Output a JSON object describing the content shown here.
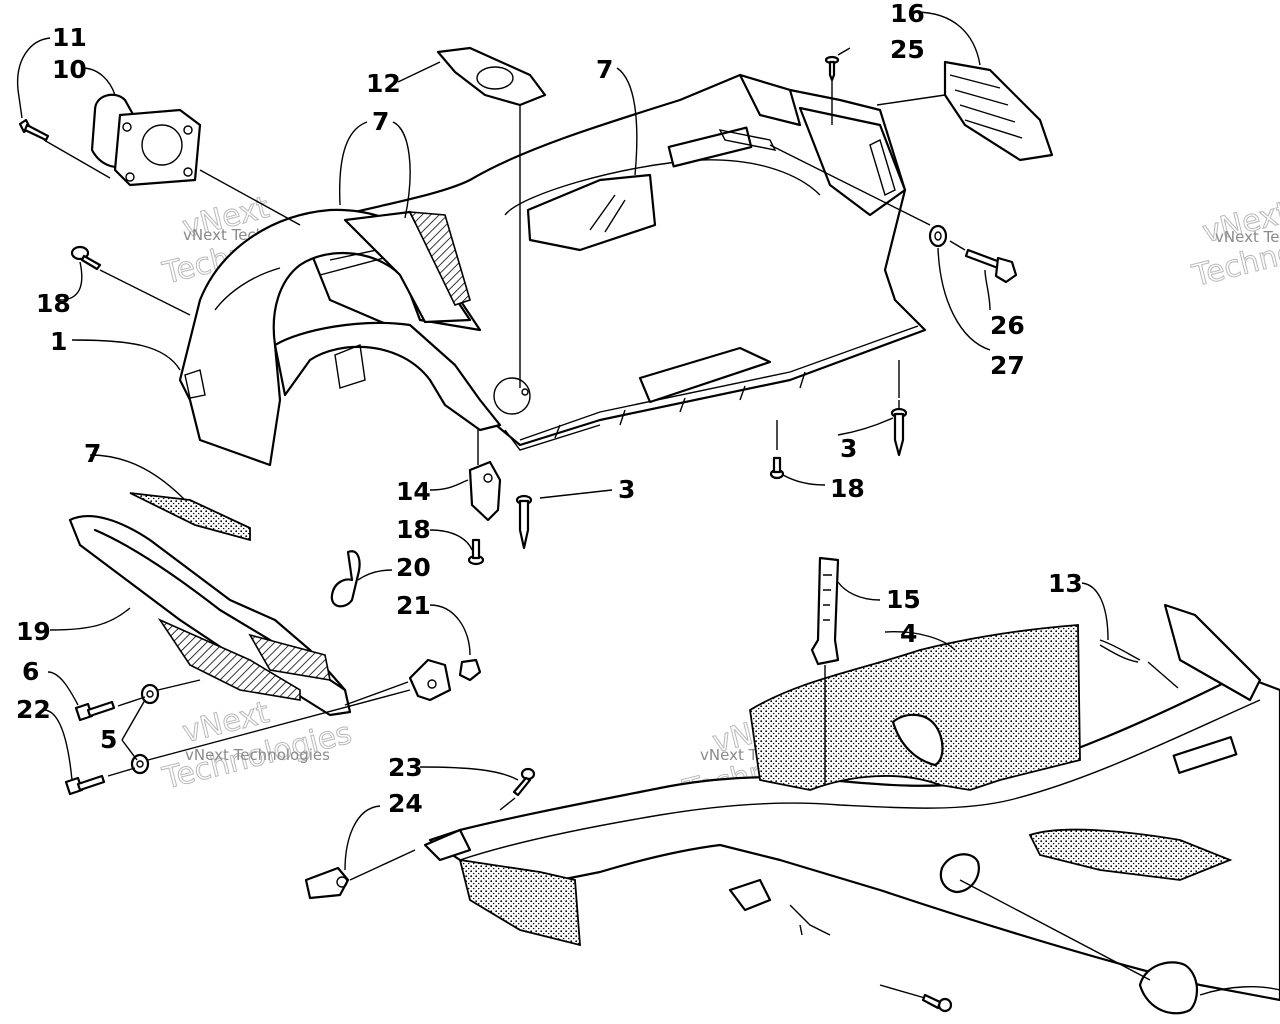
{
  "callouts": {
    "c11": "11",
    "c10": "10",
    "c12": "12",
    "c7a": "7",
    "c7b": "7",
    "c7c": "7",
    "c16": "16",
    "c25": "25",
    "c18a": "18",
    "c1": "1",
    "c26": "26",
    "c27": "27",
    "c3a": "3",
    "c18b": "18",
    "c14": "14",
    "c3b": "3",
    "c18c": "18",
    "c20": "20",
    "c21": "21",
    "c19": "19",
    "c6": "6",
    "c22": "22",
    "c5": "5",
    "c15": "15",
    "c4": "4",
    "c13": "13",
    "c23": "23",
    "c24": "24"
  },
  "watermark": {
    "brand": "vNext",
    "line1": "vNext Technologies",
    "line2": "Technologies"
  }
}
